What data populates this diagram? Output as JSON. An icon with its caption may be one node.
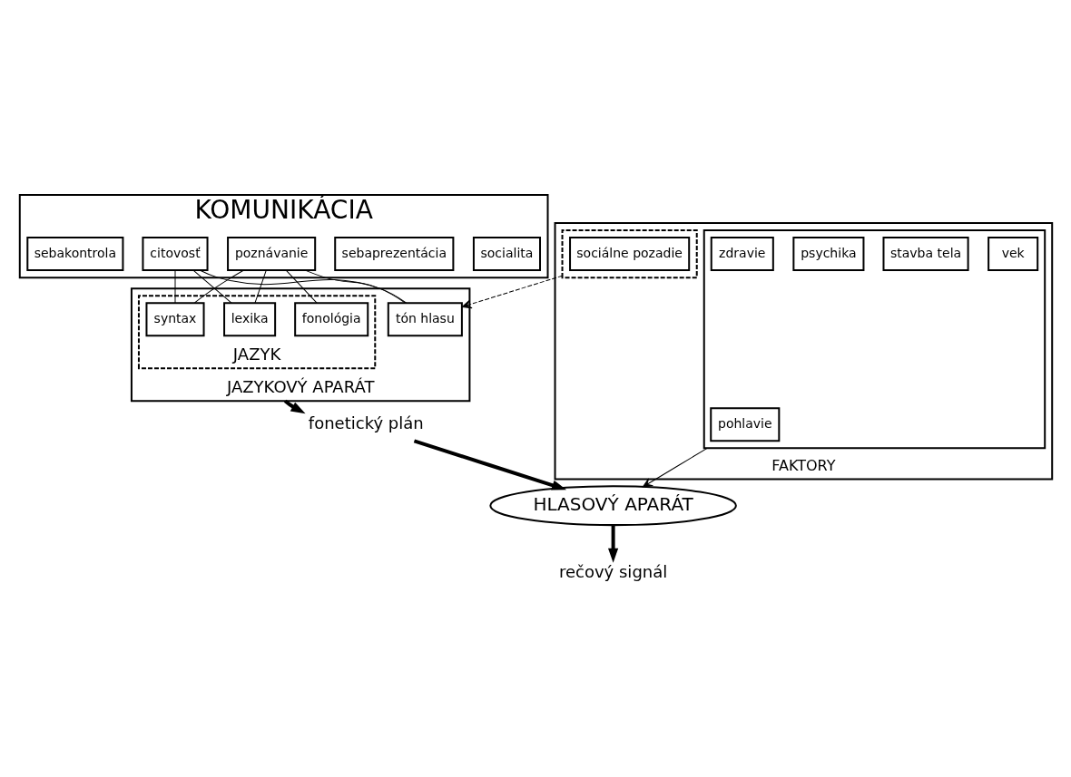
{
  "diagram": {
    "nodes": [
      {
        "text": [
          "KOMUNIKÁCIA"
        ]
      },
      {
        "text": [
          "socialita"
        ],
        "in": 0
      },
      {
        "text": [
          "sebaprezentácia"
        ],
        "in": 0
      },
      {
        "text": [
          "poznávanie"
        ],
        "in": 0
      },
      {
        "text": [
          "citovosť"
        ],
        "in": 0
      },
      {
        "text": [
          "sebakontrola"
        ],
        "in": 0
      },
      {
        "text": [
          "JAZYKOVÝ APARÁT"
        ]
      },
      {
        "text": [
          "JAZYK"
        ],
        "in": 6
      },
      {
        "text": [
          "lexika"
        ],
        "in": 7
      },
      {
        "text": [
          "syntax"
        ],
        "in": 7
      },
      {
        "text": [
          "fonológia"
        ],
        "in": 7
      },
      {
        "text": [
          "tón hlasu"
        ],
        "in": 6
      },
      {
        "text": [
          "fonetický plán"
        ]
      },
      {
        "text": [
          "HLASOVÝ APARÁT"
        ]
      },
      {
        "text": [
          "rečový signál"
        ]
      },
      {
        "text": [
          "FAKTORY"
        ]
      },
      {
        "text": [],
        "shape": "box",
        "in": 15
      },
      {
        "text": [
          "sociálne pozadie"
        ],
        "in": 16
      },
      {
        "text": [],
        "shape": "box",
        "in": 15
      },
      {
        "text": [
          "pohlavie"
        ],
        "in": 18
      },
      {
        "text": [
          "vek"
        ],
        "in": 18
      },
      {
        "text": [
          "stavba tela"
        ],
        "in": 18
      },
      {
        "text": [
          "psychika"
        ],
        "in": 18
      },
      {
        "text": [
          "zdravie"
        ],
        "in": 18
      }
    ],
    "edges": [
      {
        "from": 3,
        "to": 8,
        "arrow": "none"
      },
      {
        "from": 3,
        "to": 9,
        "arrow": "none"
      },
      {
        "from": 3,
        "to": 10,
        "arrow": "none"
      },
      {
        "from": 3,
        "to": 11,
        "arrow": "none"
      },
      {
        "from": 4,
        "to": 8,
        "arrow": "none"
      },
      {
        "from": 4,
        "to": 9,
        "arrow": "none"
      },
      {
        "from": 4,
        "to": 11,
        "arrow": "none"
      },
      {
        "from": 16,
        "to": 11,
        "arrow": "to",
        "style": "dashed"
      },
      {
        "from": 6,
        "to": 12,
        "arrow": "to",
        "style": "thick"
      },
      {
        "from": 12,
        "to": 13,
        "arrow": "to",
        "style": "thick"
      },
      {
        "from": 13,
        "to": 14,
        "arrow": "to",
        "style": "thick"
      },
      {
        "from": 18,
        "to": 13,
        "arrow": "to"
      }
    ]
  }
}
